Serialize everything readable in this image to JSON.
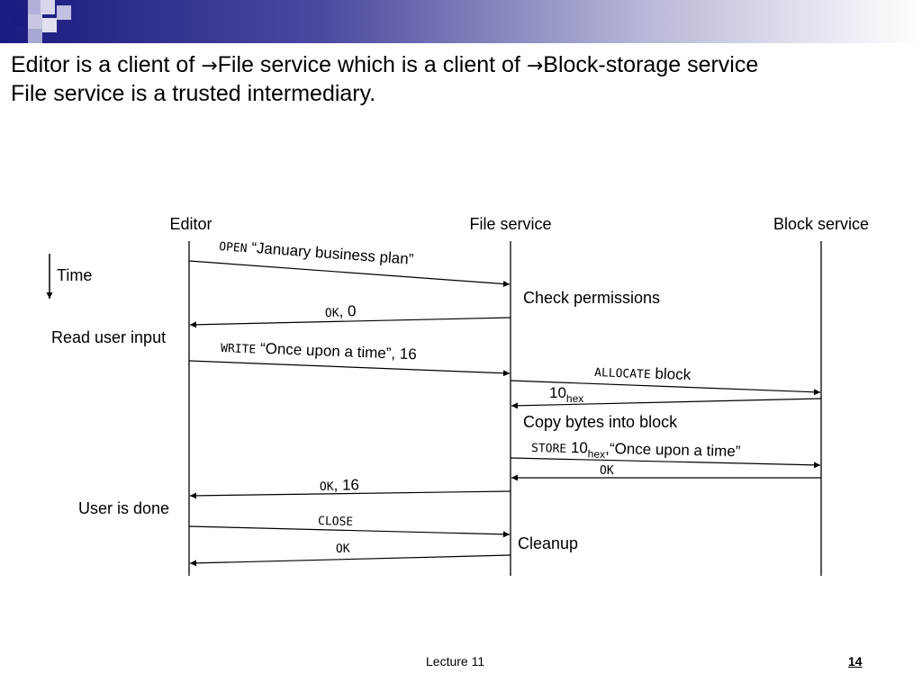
{
  "slide": {
    "heading_line1": {
      "part1": "Editor is a client of ",
      "arrow1": "→",
      "part2": "File service which is a client of ",
      "arrow2": "→",
      "part3": "Block-storage service"
    },
    "heading_line2": "File service is a trusted intermediary."
  },
  "diagram": {
    "participants": [
      "Editor",
      "File service",
      "Block service"
    ],
    "time_label": "Time",
    "messages": [
      {
        "from": "Editor",
        "to": "File service",
        "cmd": "OPEN",
        "text": " “January business plan”"
      },
      {
        "from": "File service",
        "to": "Editor",
        "cmd": "OK",
        "text": ", 0"
      },
      {
        "from": "Editor",
        "to": "File service",
        "cmd": "WRITE",
        "text": " “Once upon a time”, 16"
      },
      {
        "from": "File service",
        "to": "Block service",
        "cmd": "ALLOCATE",
        "text": " block"
      },
      {
        "from": "Block service",
        "to": "File service",
        "cmd": "",
        "text": "10",
        "sub": "hex"
      },
      {
        "from": "File service",
        "to": "Block service",
        "cmd": "STORE",
        "text": " 10",
        "sub": "hex",
        "text2": ",“Once upon a time”"
      },
      {
        "from": "Block service",
        "to": "File service",
        "cmd": "OK",
        "text": ""
      },
      {
        "from": "File service",
        "to": "Editor",
        "cmd": "OK",
        "text": ", 16"
      },
      {
        "from": "Editor",
        "to": "File service",
        "cmd": "CLOSE",
        "text": ""
      },
      {
        "from": "File service",
        "to": "Editor",
        "cmd": "OK",
        "text": ""
      }
    ],
    "notes": {
      "check_permissions": "Check permissions",
      "read_user_input": "Read user input",
      "copy_bytes": "Copy bytes into block",
      "user_done": "User is done",
      "cleanup": "Cleanup"
    }
  },
  "footer": {
    "lecture": "Lecture 11",
    "page": "14"
  },
  "colors": {
    "title_bar_dark": "#1a1a80",
    "decor_squares": "#9999cc"
  }
}
